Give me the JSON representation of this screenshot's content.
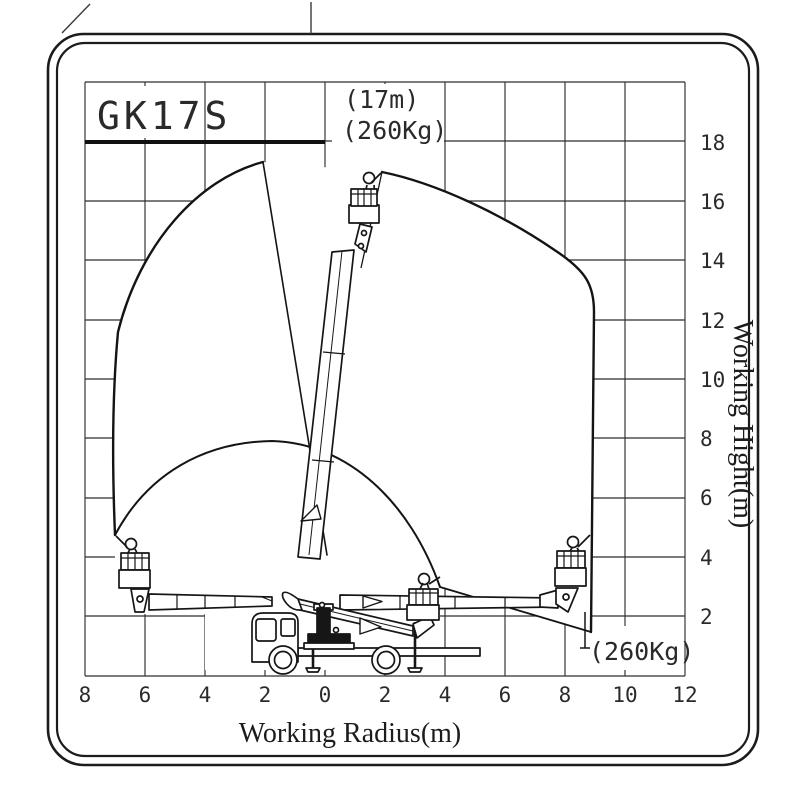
{
  "figure": {
    "model": "GK17S",
    "annotations": {
      "max_height": "(17m)",
      "capacity_top": "(260Kg)",
      "capacity_right": "(260Kg)"
    },
    "axes": {
      "x": {
        "title": "Working Radius(m)",
        "ticks": [
          "8",
          "6",
          "4",
          "2",
          "0",
          "2",
          "4",
          "6",
          "8",
          "10",
          "12"
        ]
      },
      "y": {
        "title": "Working Hight(m)",
        "ticks": [
          "18",
          "16",
          "14",
          "12",
          "10",
          "8",
          "6",
          "4",
          "2"
        ]
      }
    }
  },
  "chart_data": {
    "type": "area",
    "title": "GK17S",
    "xlabel": "Working Radius(m)",
    "ylabel": "Working Hight(m)",
    "xlim": [
      -8,
      12
    ],
    "ylim": [
      0,
      20
    ],
    "grid": "on, 2m squares",
    "x_tick_labels": [
      "8",
      "6",
      "4",
      "2",
      "0",
      "2",
      "4",
      "6",
      "8",
      "10",
      "12"
    ],
    "y_tick_values": [
      2,
      4,
      6,
      8,
      10,
      12,
      14,
      16,
      18
    ],
    "annotations": [
      {
        "text": "(17m)",
        "meaning": "maximum working height",
        "x_m": 1,
        "y_m": 19.4
      },
      {
        "text": "(260Kg)",
        "meaning": "platform capacity",
        "x_m": 1,
        "y_m": 18.2
      },
      {
        "text": "(260Kg)",
        "meaning": "platform capacity at max outreach",
        "x_m": 9.7,
        "y_m": 0.8
      }
    ],
    "series": [
      {
        "name": "outer-envelope-left-boundary",
        "points_m": [
          [
            -2.1,
            17.4
          ],
          [
            -4.0,
            16.9
          ],
          [
            -5.9,
            14.1
          ],
          [
            -6.9,
            11.6
          ],
          [
            -7.1,
            8.0
          ],
          [
            -7.0,
            4.8
          ]
        ]
      },
      {
        "name": "outer-envelope-right-boundary",
        "points_m": [
          [
            1.9,
            17.0
          ],
          [
            4.5,
            16.2
          ],
          [
            7.0,
            15.1
          ],
          [
            8.7,
            13.2
          ],
          [
            9.0,
            12.3
          ],
          [
            8.9,
            1.5
          ]
        ]
      },
      {
        "name": "lower-envelope-edge",
        "points_m": [
          [
            8.9,
            1.5
          ],
          [
            3.8,
            3.0
          ]
        ]
      },
      {
        "name": "inner-boundary-dome",
        "points_m": [
          [
            -7.0,
            4.8
          ],
          [
            -4.2,
            7.5
          ],
          [
            -1.8,
            7.9
          ],
          [
            1.4,
            6.4
          ],
          [
            3.8,
            3.0
          ]
        ]
      },
      {
        "name": "boom-travel-chord",
        "points_m": [
          [
            -2.1,
            17.4
          ],
          [
            0.1,
            4.1
          ]
        ]
      }
    ],
    "equipment": {
      "type": "truck-mounted telescopic aerial work platform",
      "drawn_positions": [
        "boom fully raised, basket at 17 m",
        "boom horizontal left, basket at ~4 m",
        "boom horizontal right, basket at ~4 m (max outreach)",
        "boom folded / transport position on truck"
      ]
    }
  }
}
